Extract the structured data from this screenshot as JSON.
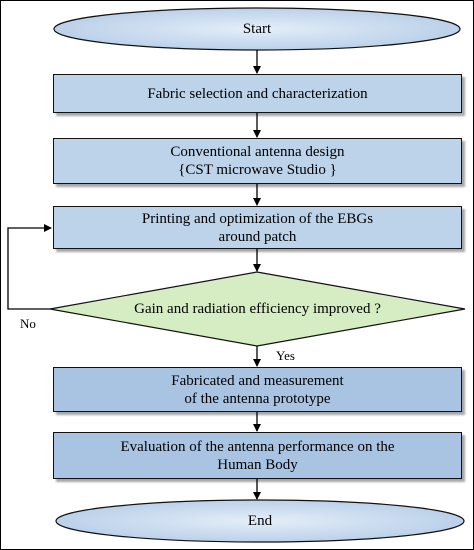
{
  "nodes": {
    "start": "Start",
    "step1": "Fabric selection and characterization",
    "step2": {
      "line1": "Conventional antenna design",
      "line2": "{CST microwave Studio }"
    },
    "step3": {
      "line1": "Printing and optimization of the EBGs",
      "line2": "around patch"
    },
    "decision": "Gain and radiation efficiency improved ?",
    "step4": {
      "line1": "Fabricated and measurement",
      "line2": "of the antenna prototype"
    },
    "step5": {
      "line1": "Evaluation of the antenna  performance on the",
      "line2": "Human Body"
    },
    "end": "End"
  },
  "edges": {
    "no_label": "No",
    "yes_label": "Yes"
  },
  "colors": {
    "box_fill": "#bcd3ea",
    "box_fill_dark": "#a9c4e2",
    "decision_fill": "#d6edc3",
    "terminal_fill": "#c9dcf0"
  }
}
